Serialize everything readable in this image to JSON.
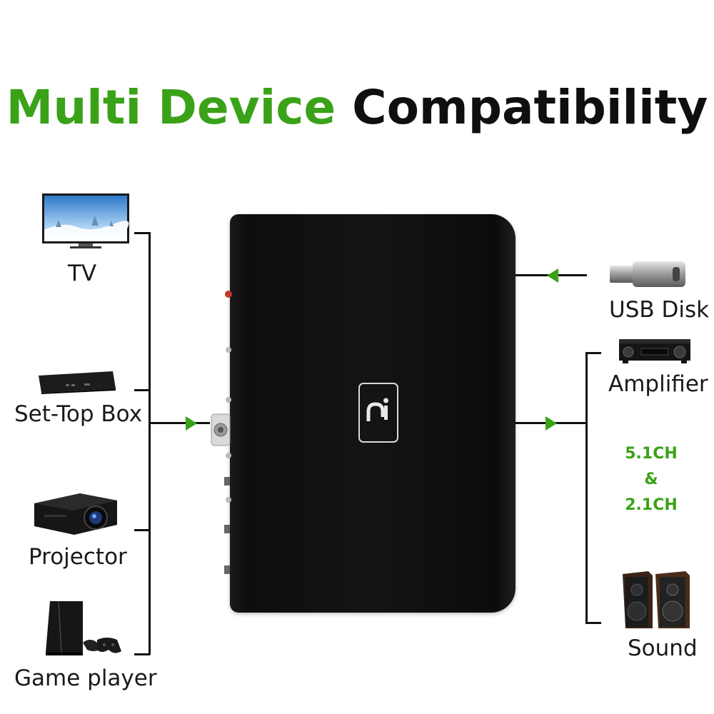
{
  "title": {
    "accent": "Multi Device",
    "rest": "Compatibility"
  },
  "inputs": {
    "tv": "TV",
    "set_top_box": "Set-Top Box",
    "projector": "Projector",
    "game_player": "Game player"
  },
  "outputs": {
    "usb_disk": "USB Disk",
    "amplifier": "Amplifier",
    "sound": "Sound"
  },
  "specs": {
    "line1": "5.1CH",
    "line2": "&",
    "line3": "2.1CH"
  },
  "colors": {
    "accent": "#3aa218",
    "text": "#0f0f0f",
    "device": "#111111"
  },
  "icons": [
    "tv-icon",
    "set-top-box-icon",
    "projector-icon",
    "game-console-icon",
    "usb-disk-icon",
    "amplifier-icon",
    "speaker-icon",
    "device-logo-icon"
  ]
}
